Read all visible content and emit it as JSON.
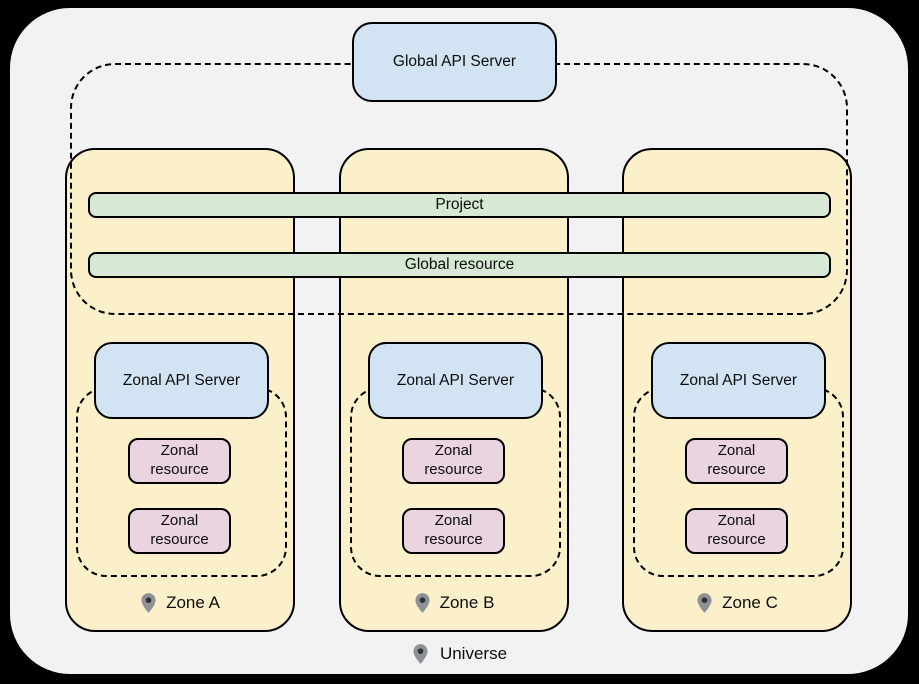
{
  "colors": {
    "background": "#000000",
    "surface": "#F2F2F2",
    "zone_fill": "#FCF0CB",
    "blue_fill": "#D2E3F3",
    "green_fill": "#D7E8D4",
    "pink_fill": "#E9D4E0",
    "stroke": "#000000",
    "pin_body": "#8E9297",
    "pin_dot": "#2E3033"
  },
  "global_api_server": {
    "label": "Global API Server"
  },
  "bars": {
    "project": "Project",
    "global_resource": "Global resource"
  },
  "zones": [
    {
      "name": "Zone A",
      "api_server": "Zonal API Server",
      "resources": [
        "Zonal resource",
        "Zonal resource"
      ]
    },
    {
      "name": "Zone B",
      "api_server": "Zonal API Server",
      "resources": [
        "Zonal resource",
        "Zonal resource"
      ]
    },
    {
      "name": "Zone C",
      "api_server": "Zonal API Server",
      "resources": [
        "Zonal resource",
        "Zonal resource"
      ]
    }
  ],
  "universe": {
    "label": "Universe"
  }
}
